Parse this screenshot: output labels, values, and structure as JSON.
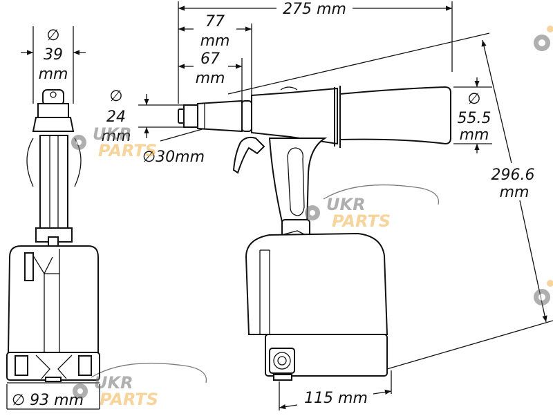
{
  "dimensions": {
    "front_diameter_symbol": "∅",
    "front_width": "39",
    "front_width_unit": "mm",
    "base_diameter": "∅ 93 mm",
    "overall_length": "275 mm",
    "nose_length_outer": "77",
    "nose_length_outer_unit": "mm",
    "nose_length_inner": "67",
    "nose_length_inner_unit": "mm",
    "nose_diameter_symbol": "∅",
    "nose_diameter": "24",
    "nose_diameter_unit": "mm",
    "nose_collar_diameter": "∅30mm",
    "handle_diameter_symbol": "∅",
    "handle_diameter": "55.5",
    "handle_diameter_unit": "mm",
    "height": "296.6",
    "height_unit": "mm",
    "base_length": "115 mm"
  },
  "watermark": {
    "line1": "UKR",
    "line2": "PARTS",
    "color_dark": "#6e6e6e",
    "color_accent": "#f0b14a"
  },
  "colors": {
    "ink": "#111111",
    "background": "#ffffff"
  }
}
